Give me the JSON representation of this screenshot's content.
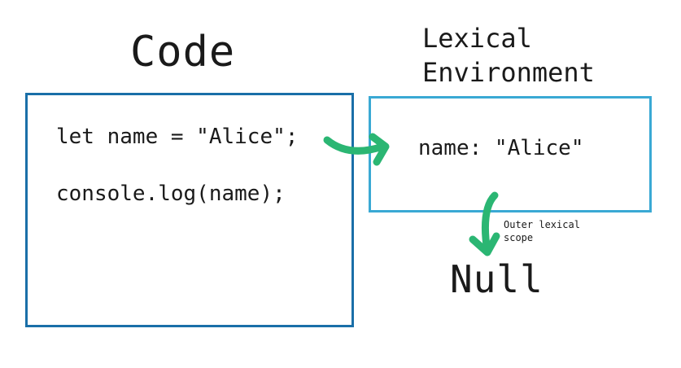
{
  "titles": {
    "code": "Code",
    "lexical_environment": "Lexical\nEnvironment"
  },
  "code_block": {
    "lines": [
      "let name = \"Alice\";",
      "console.log(name);"
    ]
  },
  "environment": {
    "entry": "name: \"Alice\""
  },
  "outer_scope": {
    "note": "Outer lexical scope",
    "value": "Null"
  },
  "colors": {
    "code_box_border": "#1a6fa8",
    "env_box_border": "#3aa9d4",
    "arrow": "#2bb673"
  }
}
